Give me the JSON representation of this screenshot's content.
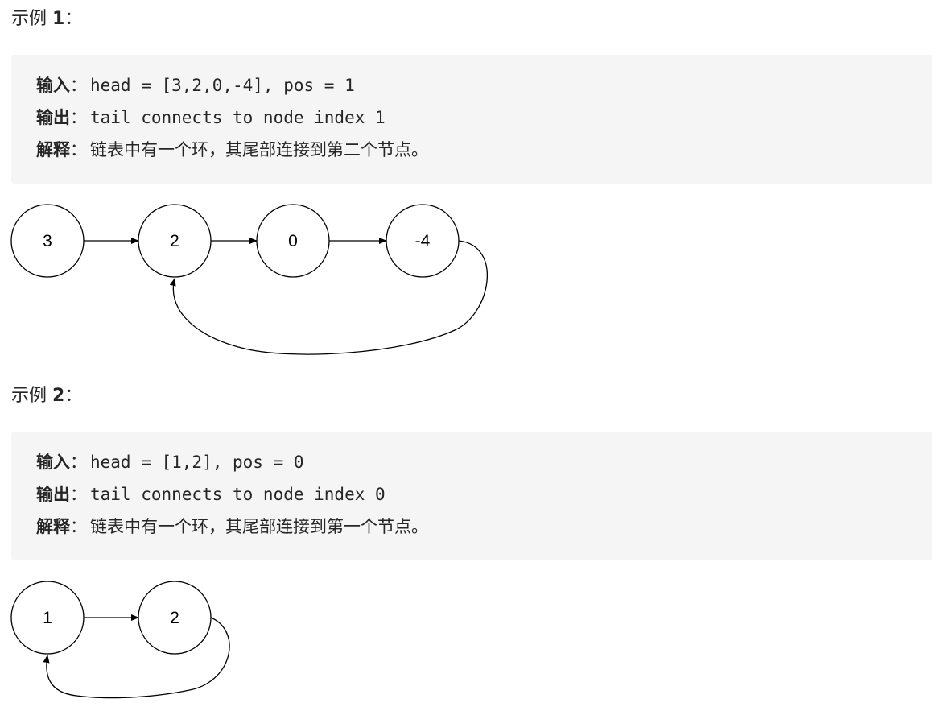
{
  "examples": [
    {
      "heading_prefix": "示例 ",
      "heading_num": "1",
      "heading_suffix": "：",
      "input_label": "输入",
      "input_code": "head = [3,2,0,-4], pos = 1",
      "output_label": "输出",
      "output_code": "tail connects to node index 1",
      "explain_label": "解释",
      "explain_text": "链表中有一个环，其尾部连接到第二个节点。",
      "colon": "：",
      "nodes": [
        "3",
        "2",
        "0",
        "-4"
      ]
    },
    {
      "heading_prefix": "示例 ",
      "heading_num": "2",
      "heading_suffix": "：",
      "input_label": "输入",
      "input_code": "head = [1,2], pos = 0",
      "output_label": "输出",
      "output_code": "tail connects to node index 0",
      "explain_label": "解释",
      "explain_text": "链表中有一个环，其尾部连接到第一个节点。",
      "colon": "：",
      "nodes": [
        "1",
        "2"
      ]
    }
  ]
}
